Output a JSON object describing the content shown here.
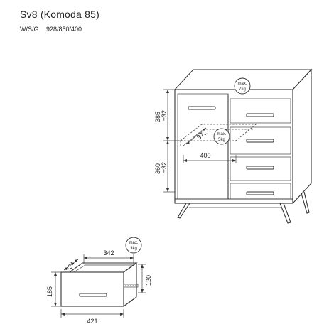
{
  "header": {
    "title": "Sv8 (Komoda 85)",
    "dims_label": "W/S/G",
    "dims_value": "928/850/400"
  },
  "main_view": {
    "dim_upper": "385",
    "dim_upper_tol": "±32",
    "dim_lower": "360",
    "dim_lower_tol": "±32",
    "shelf_width": "400",
    "shelf_depth": "372",
    "top_load": {
      "line1": "max.",
      "line2": "7kg"
    },
    "shelf_load": {
      "line1": "max.",
      "line2": "5kg"
    }
  },
  "drawer_view": {
    "inner_width": "342",
    "outer_width": "421",
    "depth": "334",
    "front_height": "185",
    "inner_height": "120",
    "load": {
      "line1": "max.",
      "line2": "3kg"
    }
  }
}
